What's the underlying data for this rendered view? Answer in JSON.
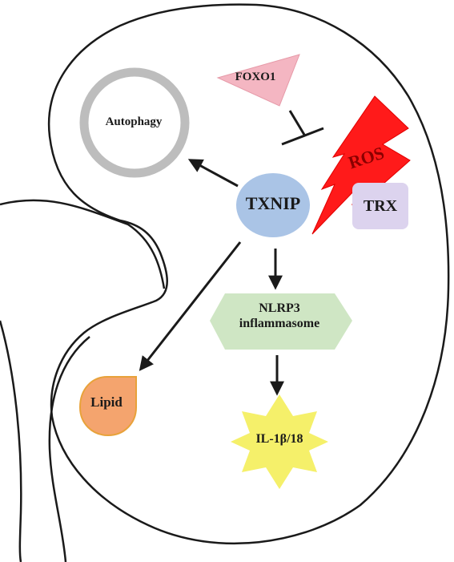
{
  "nodes": {
    "autophagy": "Autophagy",
    "foxo1": "FOXO1",
    "ros": "ROS",
    "txnip": "TXNIP",
    "trx": "TRX",
    "nlrp3_line1": "NLRP3",
    "nlrp3_line2": "inflammasome",
    "lipid": "Lipid",
    "il1": "IL-1β/18"
  },
  "colors": {
    "outline": "#1a1a1a",
    "autophagy_ring": "#bdbdbd",
    "foxo1_fill": "#f4b6c2",
    "ros_fill": "#ff1a1a",
    "txnip_fill": "#aac4e6",
    "trx_fill": "#dcd3ee",
    "nlrp3_fill": "#cfe6c4",
    "lipid_fill": "#f4a46e",
    "lipid_stroke": "#e8a23a",
    "il1_fill": "#f5f06a"
  },
  "edges": [
    {
      "from": "txnip",
      "to": "autophagy",
      "type": "activation"
    },
    {
      "from": "foxo1",
      "to": "txnip",
      "type": "inhibition"
    },
    {
      "from": "txnip",
      "to": "nlrp3",
      "type": "activation"
    },
    {
      "from": "txnip",
      "to": "lipid",
      "type": "activation"
    },
    {
      "from": "nlrp3",
      "to": "il1",
      "type": "activation"
    }
  ]
}
